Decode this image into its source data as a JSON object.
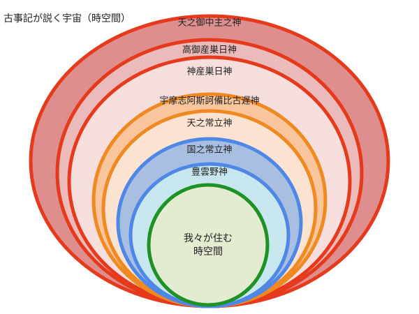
{
  "title": "古事記が説く宇宙（時空間）",
  "layers": [
    {
      "label": "天之御中主之神",
      "fill": "#df8e8e",
      "stroke": "#e53a1c"
    },
    {
      "label": "高御産巣日神",
      "fill": "#ebbaba",
      "stroke": "#e53a1c"
    },
    {
      "label": "神産巣日神",
      "fill": "#f6dedd",
      "stroke": "#e53a1c"
    },
    {
      "label": "宇摩志阿斯訶備比古遅神",
      "fill": "#f8c59c",
      "stroke": "#ef8a22"
    },
    {
      "label": "天之常立神",
      "fill": "#fce3d1",
      "stroke": "#ef8a22"
    },
    {
      "label": "国之常立神",
      "fill": "#a9bfe2",
      "stroke": "#4f87e6"
    },
    {
      "label": "豊雲野神",
      "fill": "#c8e6ee",
      "stroke": "#4f87e6"
    }
  ],
  "center": {
    "lines": [
      "我々が住む",
      "時空間"
    ],
    "fill": "#e3ecd1",
    "stroke": "#1f9226"
  }
}
